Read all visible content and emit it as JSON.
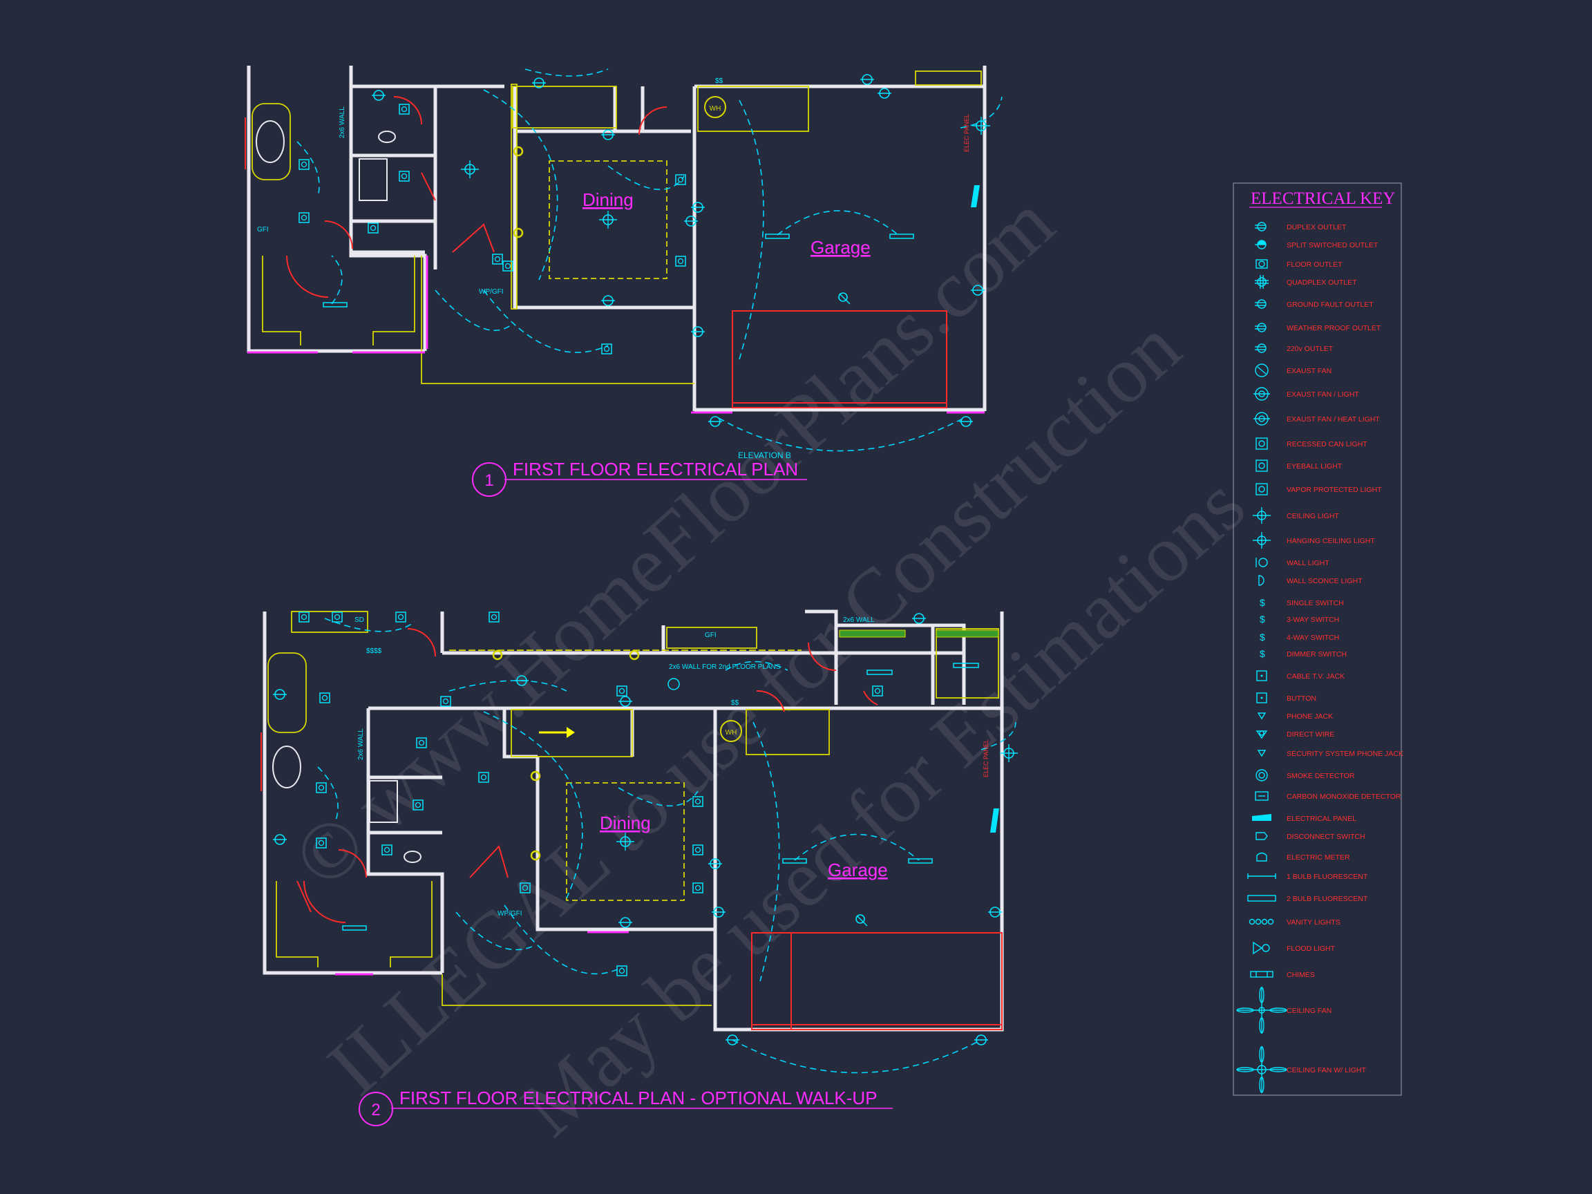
{
  "plan1": {
    "number": "1",
    "title": "FIRST FLOOR ELECTRICAL PLAN",
    "elevation": "ELEVATION B",
    "rooms": {
      "dining": "Dining",
      "garage": "Garage"
    },
    "wh": "WH",
    "notes": {
      "wall": "2x6 WALL",
      "gfi": "GFI",
      "wpgfi": "WP/GFI",
      "elec_panel": "ELEC PANEL",
      "ss": "$$"
    }
  },
  "plan2": {
    "number": "2",
    "title": "FIRST FLOOR ELECTRICAL PLAN - OPTIONAL WALK-UP",
    "rooms": {
      "dining": "Dining",
      "garage": "Garage"
    },
    "wh": "WH",
    "notes": {
      "wall": "2x6 WALL",
      "wall2": "2x6 WALL FOR 2nd FLOOR PLANS",
      "gfi": "GFI",
      "wpgfi": "WP/GFI",
      "elec_panel": "ELEC PANEL",
      "sd": "SD",
      "ss": "$$",
      "sss": "$$$$"
    }
  },
  "watermark": {
    "line1": "ILLEGAL to use for Construction",
    "line2": "May be used for Estimations",
    "line3": "© www.HomeFloorPlans.com"
  },
  "key": {
    "title": "ELECTRICAL  KEY",
    "items": [
      {
        "icon": "duplex-outlet",
        "label": "DUPLEX OUTLET"
      },
      {
        "icon": "split-switched-outlet",
        "label": "SPLIT SWITCHED OUTLET"
      },
      {
        "icon": "floor-outlet",
        "label": "FLOOR OUTLET"
      },
      {
        "icon": "quadplex-outlet",
        "label": "QUADPLEX OUTLET"
      },
      {
        "icon": "ground-fault-outlet",
        "label": "GROUND FAULT OUTLET"
      },
      {
        "icon": "weather-proof-outlet",
        "label": "WEATHER PROOF OUTLET"
      },
      {
        "icon": "220v-outlet",
        "label": "220v OUTLET"
      },
      {
        "icon": "exhaust-fan",
        "label": "EXAUST FAN"
      },
      {
        "icon": "exhaust-fan-light",
        "label": "EXAUST FAN / LIGHT"
      },
      {
        "icon": "exhaust-fan-heat-light",
        "label": "EXAUST FAN / HEAT LIGHT"
      },
      {
        "icon": "recessed-can-light",
        "label": "RECESSED CAN LIGHT"
      },
      {
        "icon": "eyeball-light",
        "label": "EYEBALL LIGHT"
      },
      {
        "icon": "vapor-protected-light",
        "label": "VAPOR PROTECTED LIGHT"
      },
      {
        "icon": "ceiling-light",
        "label": "CEILING LIGHT"
      },
      {
        "icon": "hanging-ceiling-light",
        "label": "HANGING CEILING LIGHT"
      },
      {
        "icon": "wall-light",
        "label": "WALL LIGHT"
      },
      {
        "icon": "wall-sconce-light",
        "label": "WALL SCONCE LIGHT"
      },
      {
        "icon": "single-switch",
        "label": "SINGLE SWITCH"
      },
      {
        "icon": "3-way-switch",
        "label": "3-WAY SWITCH"
      },
      {
        "icon": "4-way-switch",
        "label": "4-WAY SWITCH"
      },
      {
        "icon": "dimmer-switch",
        "label": "DIMMER SWITCH"
      },
      {
        "icon": "cable-tv-jack",
        "label": "CABLE T.V. JACK"
      },
      {
        "icon": "button",
        "label": "BUTTON"
      },
      {
        "icon": "phone-jack",
        "label": "PHONE JACK"
      },
      {
        "icon": "direct-wire",
        "label": "DIRECT WIRE"
      },
      {
        "icon": "security-system-phone-jack",
        "label": "SECURITY SYSTEM PHONE JACK"
      },
      {
        "icon": "smoke-detector",
        "label": "SMOKE DETECTOR"
      },
      {
        "icon": "carbon-monoxide-detector",
        "label": "CARBON MONOXIDE DETECTOR"
      },
      {
        "icon": "electrical-panel",
        "label": "ELECTRICAL PANEL"
      },
      {
        "icon": "disconnect-switch",
        "label": "DISCONNECT SWITCH"
      },
      {
        "icon": "electric-meter",
        "label": "ELECTRIC METER"
      },
      {
        "icon": "1-bulb-fluorescent",
        "label": "1 BULB FLUORESCENT"
      },
      {
        "icon": "2-bulb-fluorescent",
        "label": "2 BULB FLUORESCENT"
      },
      {
        "icon": "vanity-lights",
        "label": "VANITY LIGHTS"
      },
      {
        "icon": "flood-light",
        "label": "FLOOD LIGHT"
      },
      {
        "icon": "chimes",
        "label": "CHIMES"
      },
      {
        "icon": "ceiling-fan",
        "label": "CEILING FAN"
      },
      {
        "icon": "ceiling-fan-w-light",
        "label": "CEILING FAN W/ LIGHT"
      }
    ]
  },
  "colors": {
    "background": "#262a3d",
    "wall": "#e8e8ee",
    "wire": "#00d8ff",
    "annotation": "#ff2bff",
    "door": "#ff2a2a",
    "cabinet": "#d8d800"
  }
}
